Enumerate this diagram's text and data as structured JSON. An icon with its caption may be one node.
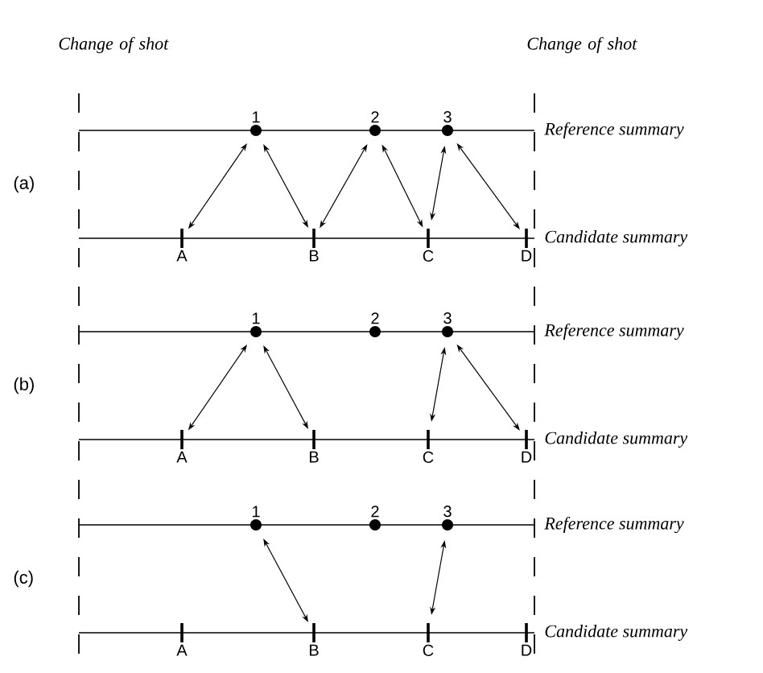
{
  "diagram": {
    "nodes": [
      {
        "text": [
          "1"
        ]
      },
      {
        "text": [
          "2"
        ]
      },
      {
        "text": [
          "3"
        ]
      },
      {
        "text": [
          "A"
        ]
      },
      {
        "text": [
          "B"
        ]
      },
      {
        "text": [
          "C"
        ]
      },
      {
        "text": [
          "D"
        ]
      },
      {
        "text": [
          "1"
        ]
      },
      {
        "text": [
          "2"
        ]
      },
      {
        "text": [
          "3"
        ]
      },
      {
        "text": [
          "A"
        ]
      },
      {
        "text": [
          "B"
        ]
      },
      {
        "text": [
          "C"
        ]
      },
      {
        "text": [
          "D"
        ]
      },
      {
        "text": [
          "1"
        ]
      },
      {
        "text": [
          "2"
        ]
      },
      {
        "text": [
          "3"
        ]
      },
      {
        "text": [
          "A"
        ]
      },
      {
        "text": [
          "B"
        ]
      },
      {
        "text": [
          "C"
        ]
      },
      {
        "text": [
          "D"
        ]
      }
    ],
    "edges": [
      {
        "from": 0,
        "to": 3,
        "arrow": "both"
      },
      {
        "from": 0,
        "to": 4,
        "arrow": "both"
      },
      {
        "from": 1,
        "to": 4,
        "arrow": "both"
      },
      {
        "from": 1,
        "to": 5,
        "arrow": "both"
      },
      {
        "from": 2,
        "to": 5,
        "arrow": "both"
      },
      {
        "from": 2,
        "to": 6,
        "arrow": "both"
      },
      {
        "from": 7,
        "to": 10,
        "arrow": "both"
      },
      {
        "from": 7,
        "to": 11,
        "arrow": "both"
      },
      {
        "from": 9,
        "to": 12,
        "arrow": "both"
      },
      {
        "from": 9,
        "to": 13,
        "arrow": "both"
      },
      {
        "from": 14,
        "to": 18,
        "arrow": "both"
      },
      {
        "from": 16,
        "to": 19,
        "arrow": "both"
      }
    ],
    "labels": [
      "Change of shot",
      "Change of shot",
      "(a)",
      "Reference summary",
      "Candidate summary",
      "(b)",
      "Reference summary",
      "Candidate summary",
      "(c)",
      "Reference summary",
      "Candidate summary"
    ]
  }
}
